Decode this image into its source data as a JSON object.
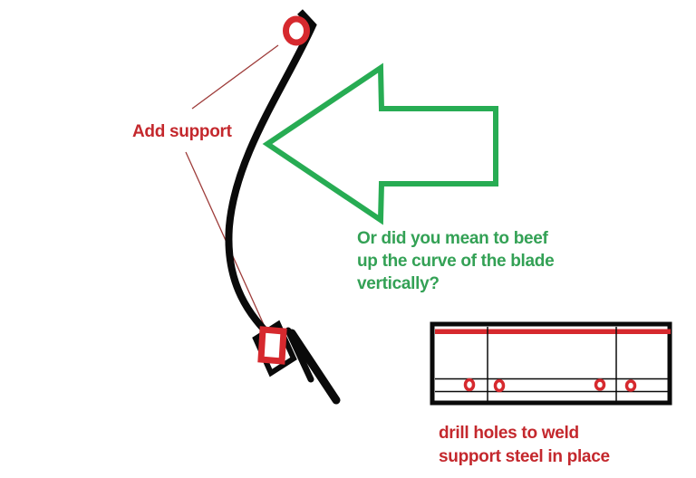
{
  "colors": {
    "red_shape": "#d6292e",
    "red_text": "#c4282d",
    "red_thin_line": "#9e3c3a",
    "green_shape": "#27ac53",
    "green_text": "#33a155",
    "ink": "#0a0a0a",
    "background": "#ffffff"
  },
  "labels": {
    "add_support": "Add support",
    "green_question_line1": "Or did you mean to beef",
    "green_question_line2": "up the curve of the blade",
    "green_question_line3": "vertically?",
    "drill_note_line1": "drill holes to weld",
    "drill_note_line2": "support steel in place"
  }
}
